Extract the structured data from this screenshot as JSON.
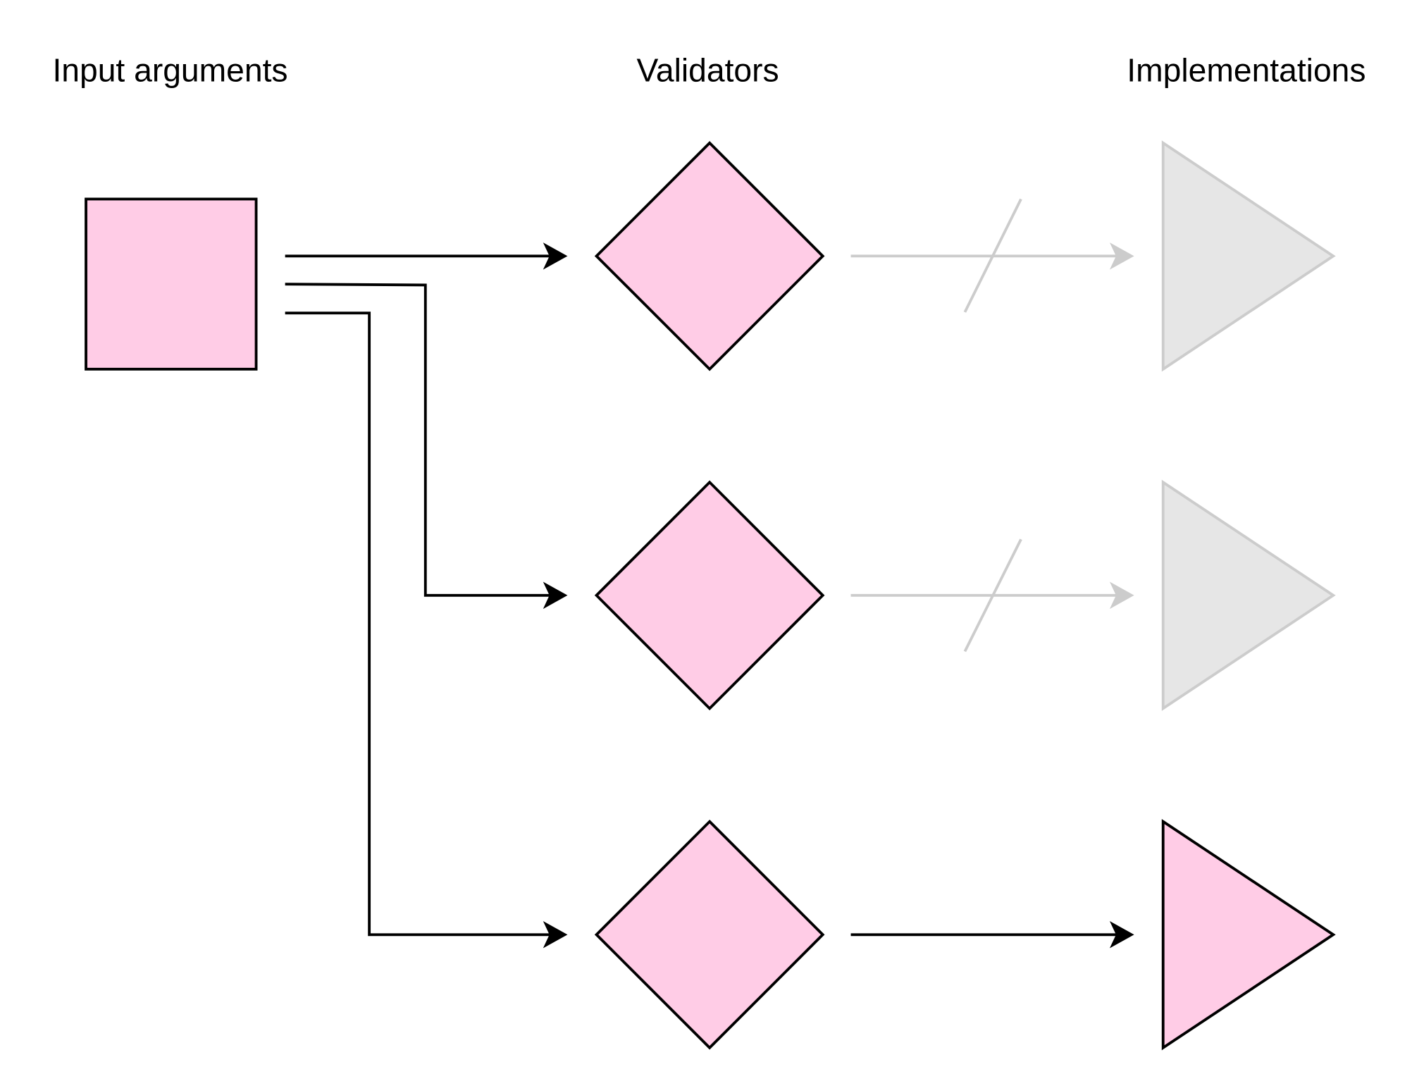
{
  "headers": {
    "input": "Input arguments",
    "validators": "Validators",
    "implementations": "Implementations"
  },
  "colors": {
    "active_fill": "#FFCCE6",
    "active_stroke": "#000000",
    "inactive_fill": "#E6E6E6",
    "inactive_stroke": "#CCCCCC"
  },
  "rows": [
    {
      "validator": "diamond",
      "implementation": "triangle",
      "connected": false
    },
    {
      "validator": "diamond",
      "implementation": "triangle",
      "connected": false
    },
    {
      "validator": "diamond",
      "implementation": "triangle",
      "connected": true
    }
  ]
}
